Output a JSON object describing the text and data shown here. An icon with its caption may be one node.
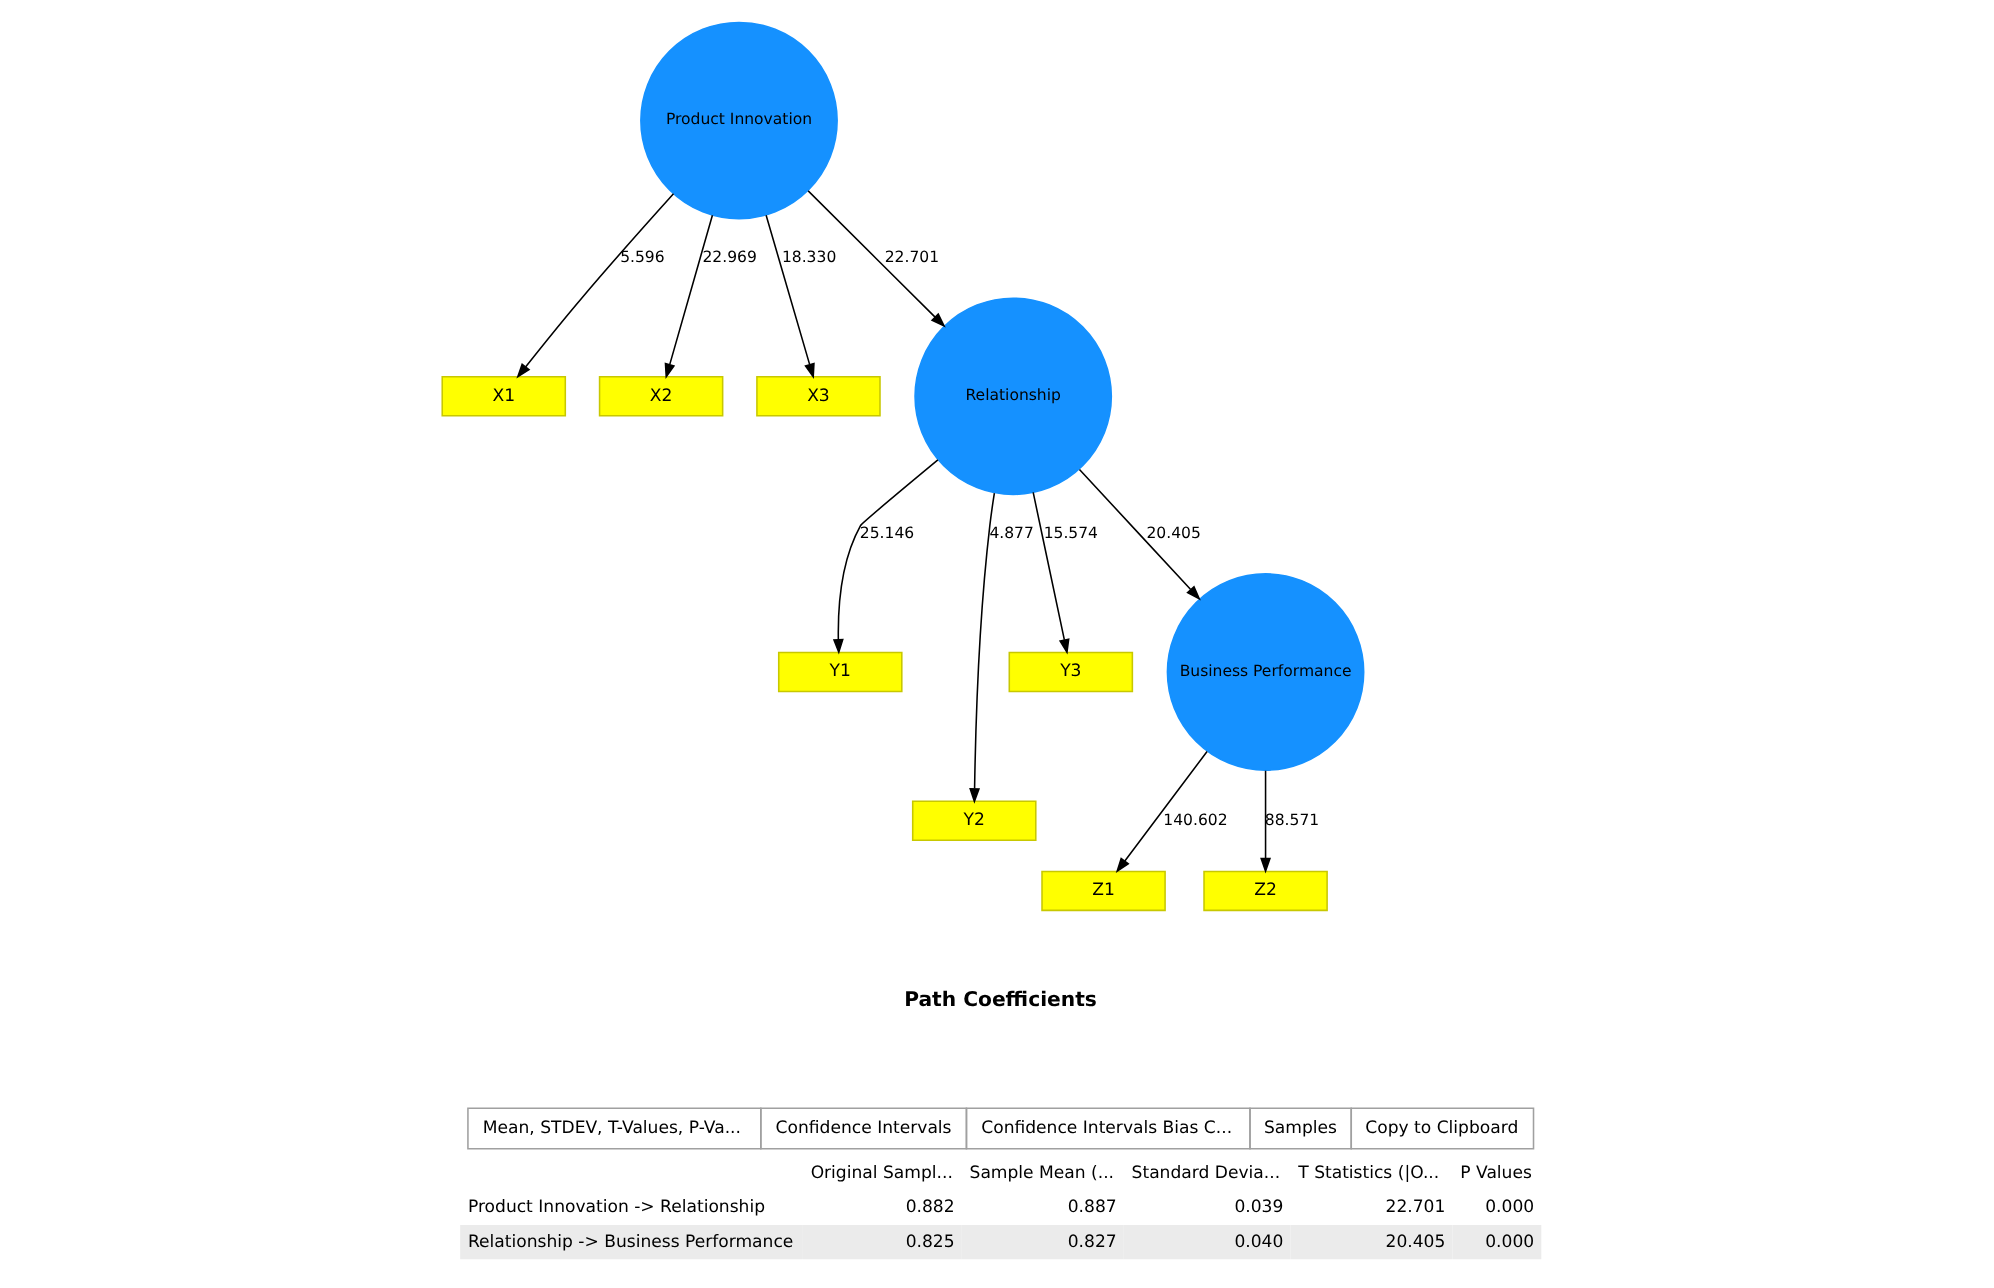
{
  "diagram": {
    "nodes": [
      {
        "text": [
          "X1"
        ]
      },
      {
        "text": [
          "X2"
        ]
      },
      {
        "text": [
          "X3"
        ]
      },
      {
        "text": [
          "Product Innovation"
        ]
      },
      {
        "text": [
          "Relationship"
        ]
      },
      {
        "text": [
          "Y1"
        ]
      },
      {
        "text": [
          "Y2"
        ]
      },
      {
        "text": [
          "Y3"
        ]
      },
      {
        "text": [
          "Business Performance"
        ]
      },
      {
        "text": [
          "Z1"
        ]
      },
      {
        "text": [
          "Z2"
        ]
      }
    ],
    "edges": [
      {
        "from": 3,
        "to": 0,
        "arrow": "to",
        "label": "5.596"
      },
      {
        "from": 3,
        "to": 1,
        "arrow": "to",
        "label": "22.969"
      },
      {
        "from": 3,
        "to": 2,
        "arrow": "to",
        "label": "18.330"
      },
      {
        "from": 3,
        "to": 4,
        "arrow": "to",
        "label": "22.701"
      },
      {
        "from": 4,
        "to": 5,
        "arrow": "to",
        "label": "25.146"
      },
      {
        "from": 4,
        "to": 6,
        "arrow": "to",
        "label": "4.877"
      },
      {
        "from": 4,
        "to": 7,
        "arrow": "to",
        "label": "15.574"
      },
      {
        "from": 4,
        "to": 8,
        "arrow": "to",
        "label": "20.405"
      },
      {
        "from": 8,
        "to": 9,
        "arrow": "to",
        "label": "140.602"
      },
      {
        "from": 8,
        "to": 10,
        "arrow": "to",
        "label": "88.571"
      }
    ],
    "labels": [
      "Path Coefficients",
      "Mean, STDEV, T-Values, P-Va...",
      "Confidence Intervals",
      "Confidence Intervals Bias C...",
      "Samples",
      "Copy to Clipboard",
      "Original Sampl...",
      "Sample Mean (...",
      "Standard Devia...",
      "T Statistics (|O...",
      "P Values",
      "Product Innovation -> Relationship",
      "0.882",
      "0.887",
      "0.039",
      "22.701",
      "0.000",
      "Relationship -> Business Performance",
      "0.825",
      "0.827",
      "0.040",
      "20.405",
      "0.000"
    ]
  }
}
